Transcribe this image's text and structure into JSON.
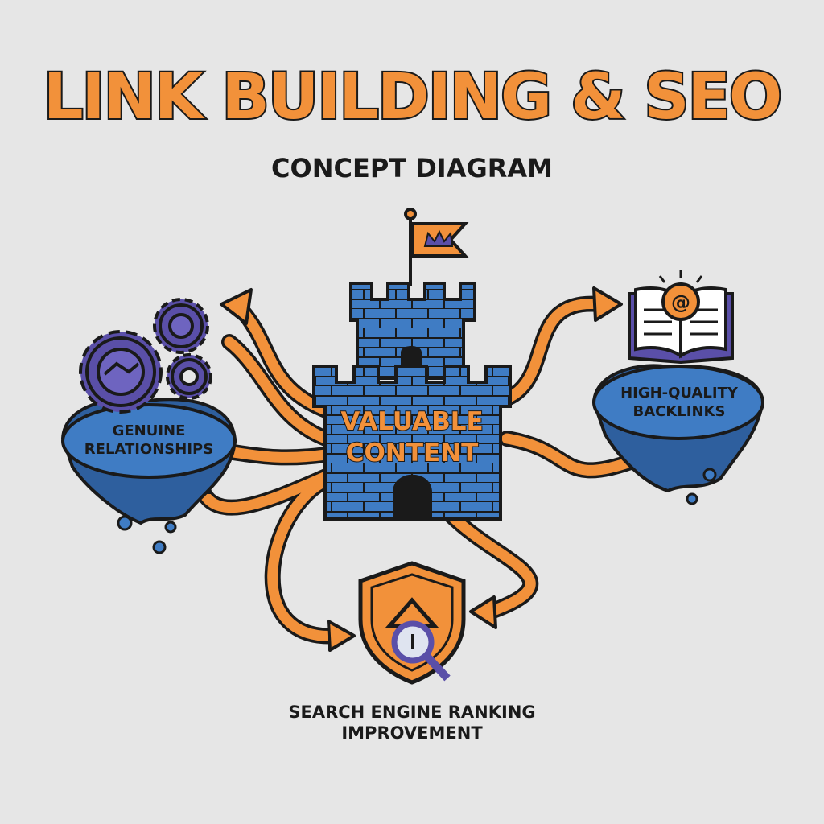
{
  "header": {
    "title": "LINK BUILDING & SEO",
    "subtitle": "CONCEPT DIAGRAM"
  },
  "nodes": {
    "center": {
      "line1": "VALUABLE",
      "line2": "CONTENT"
    },
    "left": {
      "line1": "GENUINE",
      "line2": "RELATIONSHIPS"
    },
    "right": {
      "line1": "HIGH-QUALITY",
      "line2": "BACKLINKS"
    },
    "bottom": {
      "line1": "SEARCH ENGINE RANKING",
      "line2": "IMPROVEMENT"
    }
  },
  "icons": {
    "castle": "castle-icon",
    "flag": "crown-flag-icon",
    "gears": "gears-handshake-icon",
    "book": "open-book-at-icon",
    "shield": "shield-magnifier-icon"
  },
  "colors": {
    "background": "#e6e6e6",
    "accent_orange": "#f2913a",
    "castle_blue": "#3f7cc4",
    "gear_purple": "#5a4fa8",
    "outline": "#1a1a1a"
  }
}
